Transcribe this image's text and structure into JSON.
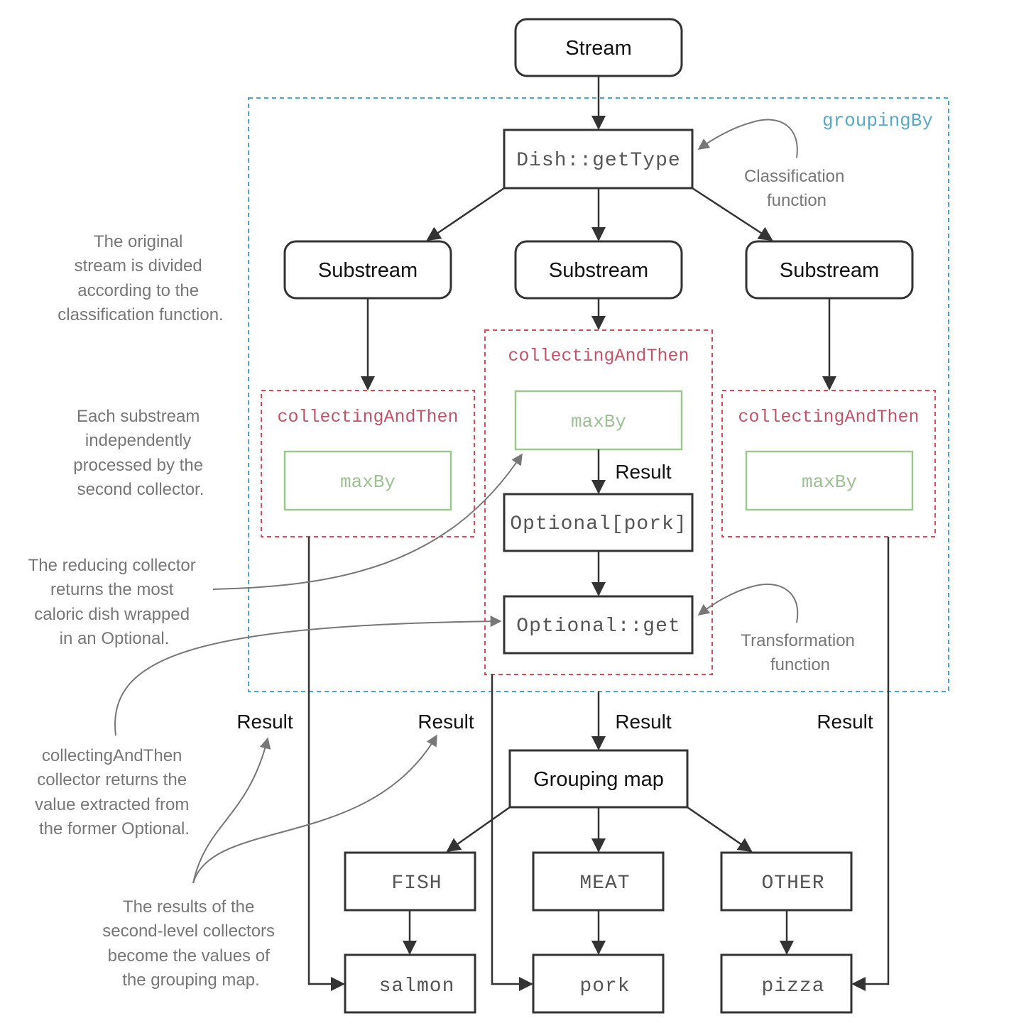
{
  "colors": {
    "node_border": "#333333",
    "grouping_border": "#4aa6c8",
    "collecting_border": "#d94a5a",
    "maxby_border": "#9cc890",
    "grouping_label": "#5aa9c7",
    "collecting_label": "#c0546a",
    "maxby_label": "#9fbf95",
    "note_text": "#777777"
  },
  "nodes": {
    "stream": "Stream",
    "classifier": "Dish::getType",
    "substream_left": "Substream",
    "substream_mid": "Substream",
    "substream_right": "Substream",
    "optional_pork": "Optional[pork]",
    "optional_get": "Optional::get",
    "grouping_map": "Grouping map",
    "key_fish": "FISH",
    "key_meat": "MEAT",
    "key_other": "OTHER",
    "val_salmon": "salmon",
    "val_pork": "pork",
    "val_pizza": "pizza"
  },
  "collectors": {
    "grouping": "groupingBy",
    "collecting_left": "collectingAndThen",
    "collecting_mid": "collectingAndThen",
    "collecting_right": "collectingAndThen",
    "maxby_left": "maxBy",
    "maxby_mid": "maxBy",
    "maxby_right": "maxBy"
  },
  "results": {
    "mid_inner": "Result",
    "left": "Result",
    "center_left": "Result",
    "center": "Result",
    "right": "Result"
  },
  "annotations": {
    "classification": [
      "Classification",
      "function"
    ],
    "transformation": [
      "Transformation",
      "function"
    ],
    "divided": [
      "The original",
      "stream is divided",
      "according to the",
      "classification function."
    ],
    "processed": [
      "Each substream",
      "independently",
      "processed by the",
      "second collector."
    ],
    "reducing": [
      "The reducing collector",
      "returns the most",
      "caloric dish wrapped",
      "in an Optional."
    ],
    "collecting": [
      "collectingAndThen",
      "collector returns the",
      "value extracted from",
      "the former Optional."
    ],
    "results_values": [
      "The results of the",
      "second-level collectors",
      "become the values of",
      "the grouping map."
    ]
  }
}
